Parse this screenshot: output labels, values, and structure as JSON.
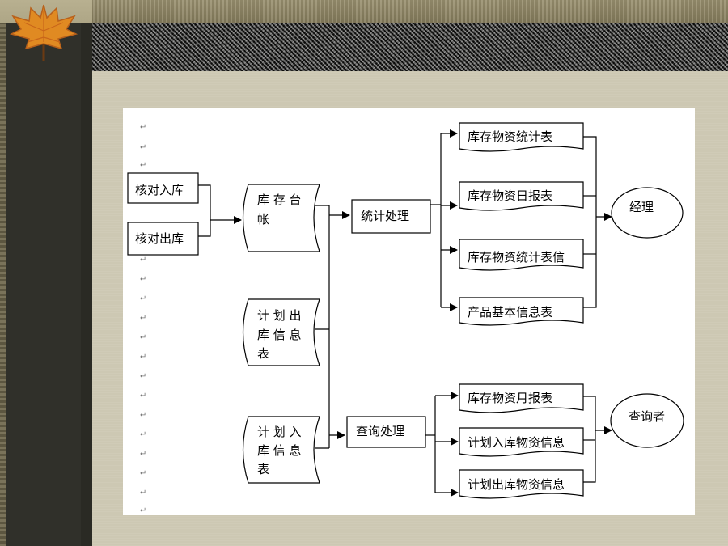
{
  "nodes": {
    "verify_in": "核对入库",
    "verify_out": "核对出库",
    "ledger": [
      "库 存 台",
      "帐"
    ],
    "plan_out_info": [
      "计 划 出",
      "库 信 息",
      "表"
    ],
    "plan_in_info": [
      "计 划 入",
      "库 信 息",
      "表"
    ],
    "stat_process": "统计处理",
    "query_process": "查询处理",
    "stat_table": "库存物资统计表",
    "daily_report": "库存物资日报表",
    "stat_info": "库存物资统计表信",
    "product_info": "产品基本信息表",
    "monthly_report": "库存物资月报表",
    "plan_in_goods": "计划入库物资信息",
    "plan_out_goods": "计划出库物资信息",
    "manager": "经理",
    "inquirer": "查询者"
  },
  "return_mark": "↵",
  "colors": {
    "line": "#000000",
    "box_fill": "#ffffff",
    "diagram_bg": "#ffffff",
    "slide_bg": "#cdc8b3",
    "frame_dark": "#30302a"
  }
}
